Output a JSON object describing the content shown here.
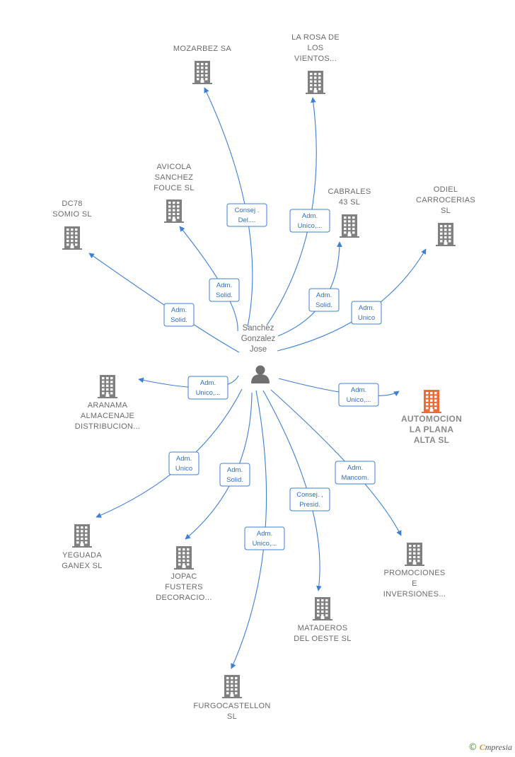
{
  "colors": {
    "edge": "#3d7fd6",
    "building": "#808080",
    "highlight_building": "#f06a35",
    "label": "#6b6b6b"
  },
  "person": {
    "name_lines": [
      "Sanchez",
      "Gonzalez",
      "Jose"
    ],
    "icon": "person-icon"
  },
  "companies": [
    {
      "id": "mozarbez",
      "lines": [
        "MOZARBEZ SA"
      ],
      "icon": "building-icon"
    },
    {
      "id": "la-rosa",
      "lines": [
        "LA ROSA DE",
        "LOS",
        "VIENTOS..."
      ],
      "icon": "building-icon"
    },
    {
      "id": "avicola",
      "lines": [
        "AVICOLA",
        "SANCHEZ",
        "FOUCE  SL"
      ],
      "icon": "building-icon"
    },
    {
      "id": "cabrales",
      "lines": [
        "CABRALES",
        "43  SL"
      ],
      "icon": "building-icon"
    },
    {
      "id": "odiel",
      "lines": [
        "ODIEL",
        "CARROCERIAS",
        "SL"
      ],
      "icon": "building-icon"
    },
    {
      "id": "dc78",
      "lines": [
        "DC78",
        "SOMIO  SL"
      ],
      "icon": "building-icon"
    },
    {
      "id": "aranama",
      "lines": [
        "ARANAMA",
        "ALMACENAJE",
        "DISTRIBUCION..."
      ],
      "icon": "building-icon"
    },
    {
      "id": "automocion",
      "lines": [
        "AUTOMOCION",
        "LA PLANA",
        "ALTA  SL"
      ],
      "icon": "building-icon",
      "highlight": true
    },
    {
      "id": "yeguada",
      "lines": [
        "YEGUADA",
        "GANEX  SL"
      ],
      "icon": "building-icon"
    },
    {
      "id": "jopac",
      "lines": [
        "JOPAC",
        "FUSTERS",
        "DECORACIO..."
      ],
      "icon": "building-icon"
    },
    {
      "id": "promociones",
      "lines": [
        "PROMOCIONES",
        "E",
        "INVERSIONES..."
      ],
      "icon": "building-icon"
    },
    {
      "id": "mataderos",
      "lines": [
        "MATADEROS",
        "DEL OESTE SL"
      ],
      "icon": "building-icon"
    },
    {
      "id": "furgocastellon",
      "lines": [
        "FURGOCASTELLON",
        "SL"
      ],
      "icon": "building-icon"
    }
  ],
  "relations": [
    {
      "to": "mozarbez",
      "role_lines": [
        "Consej .",
        "Del...."
      ]
    },
    {
      "to": "la-rosa",
      "role_lines": [
        "Adm.",
        "Unico,..."
      ]
    },
    {
      "to": "avicola",
      "role_lines": [
        "Adm.",
        "Solid."
      ]
    },
    {
      "to": "cabrales",
      "role_lines": [
        "Adm.",
        "Solid."
      ]
    },
    {
      "to": "odiel",
      "role_lines": [
        "Adm.",
        "Unico"
      ]
    },
    {
      "to": "dc78",
      "role_lines": [
        "Adm.",
        "Solid."
      ]
    },
    {
      "to": "aranama",
      "role_lines": [
        "Adm.",
        "Unico,..."
      ]
    },
    {
      "to": "automocion",
      "role_lines": [
        "Adm.",
        "Unico,..."
      ]
    },
    {
      "to": "yeguada",
      "role_lines": [
        "Adm.",
        "Unico"
      ]
    },
    {
      "to": "jopac",
      "role_lines": [
        "Adm.",
        "Solid."
      ]
    },
    {
      "to": "promociones",
      "role_lines": [
        "Adm.",
        "Mancom."
      ]
    },
    {
      "to": "mataderos",
      "role_lines": [
        "Consej. ,",
        "Presid."
      ]
    },
    {
      "to": "furgocastellon",
      "role_lines": [
        "Adm.",
        "Unico,..."
      ]
    }
  ],
  "footer": {
    "copyright_symbol": "©",
    "brand_first": "C",
    "brand_rest": "mpresia"
  }
}
